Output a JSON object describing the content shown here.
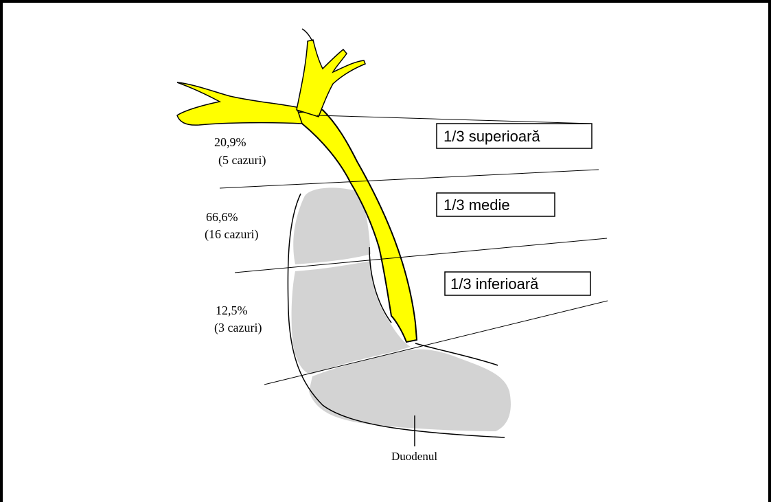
{
  "diagram": {
    "segments": [
      {
        "label": "1/3 superioară",
        "percent": "20,9%",
        "cases": "(5 cazuri)"
      },
      {
        "label": "1/3 medie",
        "percent": "66,6%",
        "cases": "(16 cazuri)"
      },
      {
        "label": "1/3 inferioară",
        "percent": "12,5%",
        "cases": "(3 cazuri)"
      }
    ],
    "duodenum_label": "Duodenul",
    "colors": {
      "bile_duct": "#ffff00",
      "pancreas_duodenum": "#d3d3d3",
      "outline": "#000000",
      "background": "#ffffff"
    }
  }
}
